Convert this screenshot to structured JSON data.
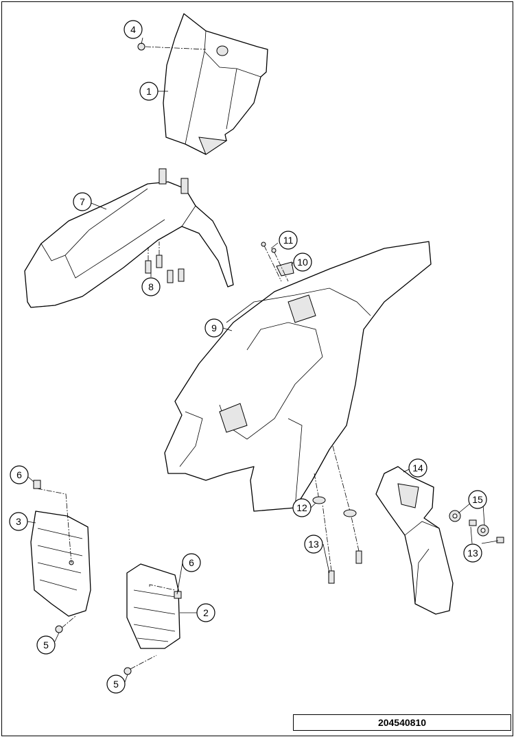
{
  "diagram": {
    "document_number": "204540810",
    "callouts": [
      {
        "id": "c1",
        "label": "1"
      },
      {
        "id": "c2",
        "label": "2"
      },
      {
        "id": "c3",
        "label": "3"
      },
      {
        "id": "c4",
        "label": "4"
      },
      {
        "id": "c5a",
        "label": "5"
      },
      {
        "id": "c5b",
        "label": "5"
      },
      {
        "id": "c6a",
        "label": "6"
      },
      {
        "id": "c6b",
        "label": "6"
      },
      {
        "id": "c7",
        "label": "7"
      },
      {
        "id": "c8",
        "label": "8"
      },
      {
        "id": "c9",
        "label": "9"
      },
      {
        "id": "c10",
        "label": "10"
      },
      {
        "id": "c11",
        "label": "11"
      },
      {
        "id": "c12",
        "label": "12"
      },
      {
        "id": "c13a",
        "label": "13"
      },
      {
        "id": "c13b",
        "label": "13"
      },
      {
        "id": "c14",
        "label": "14"
      },
      {
        "id": "c15",
        "label": "15"
      }
    ]
  }
}
